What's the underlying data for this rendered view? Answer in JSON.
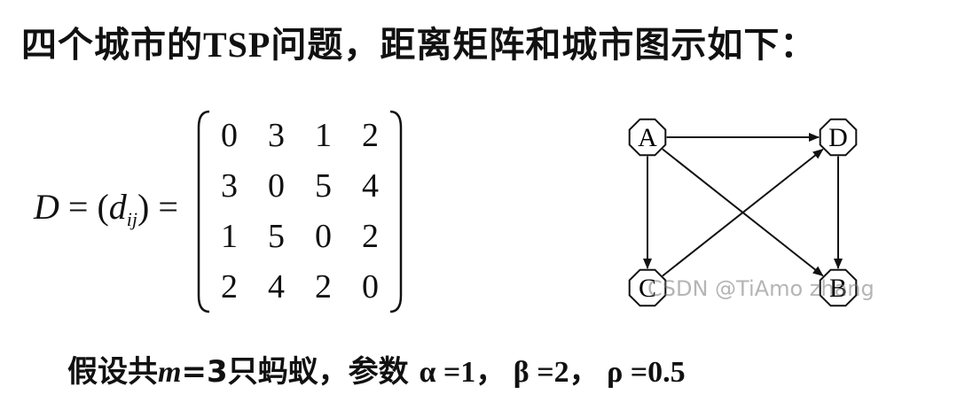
{
  "title": {
    "part1": "四个城市的",
    "part2": "TSP",
    "part3": "问题，距离矩阵和城市图示如下："
  },
  "formula": {
    "lhs_D": "D",
    "lhs_eq": " = (",
    "lhs_d": "d",
    "lhs_sub": "ij",
    "lhs_close": ") ="
  },
  "matrix": {
    "rows": [
      [
        "0",
        "3",
        "1",
        "2"
      ],
      [
        "3",
        "0",
        "5",
        "4"
      ],
      [
        "1",
        "5",
        "0",
        "2"
      ],
      [
        "2",
        "4",
        "2",
        "0"
      ]
    ]
  },
  "graph": {
    "nodes": [
      {
        "id": "A",
        "label": "A"
      },
      {
        "id": "D",
        "label": "D"
      },
      {
        "id": "C",
        "label": "C"
      },
      {
        "id": "B",
        "label": "B"
      }
    ],
    "edges": [
      {
        "from": "A",
        "to": "D"
      },
      {
        "from": "A",
        "to": "C"
      },
      {
        "from": "A",
        "to": "B"
      },
      {
        "from": "C",
        "to": "D"
      },
      {
        "from": "D",
        "to": "B"
      }
    ]
  },
  "watermark": "CSDN @TiAmo zhang",
  "params": {
    "pre": "假设共",
    "m": "m",
    "mid": "=3只蚂蚁，参数 ",
    "alpha": "α =1，",
    "beta": " β =2，",
    "rho": " ρ =0.5"
  }
}
